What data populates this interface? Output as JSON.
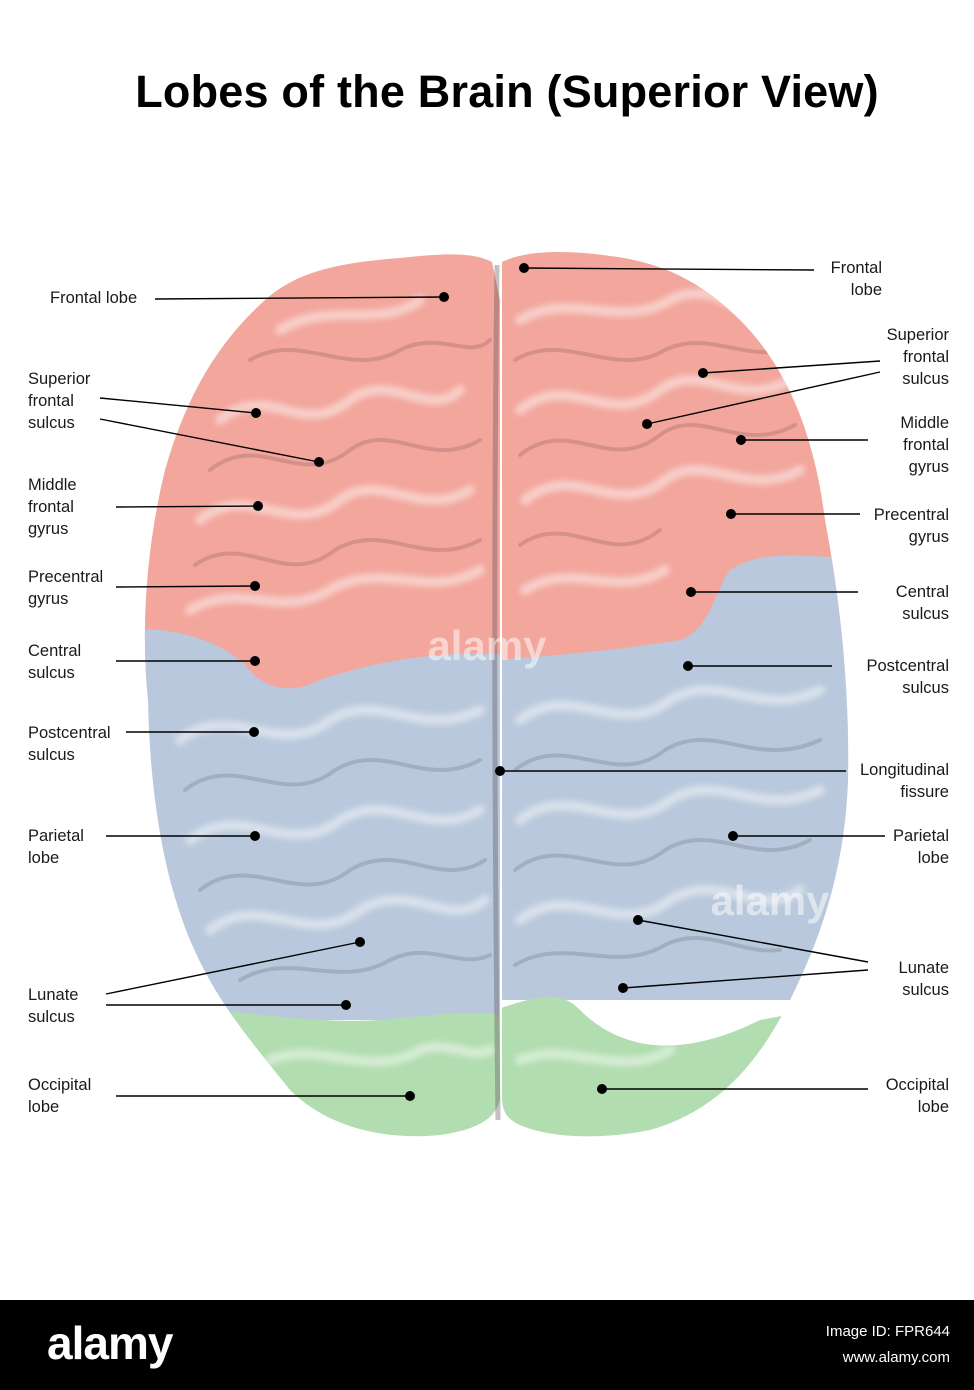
{
  "title": "Lobes of the Brain (Superior View)",
  "colors": {
    "frontal": "#f2a69c",
    "parietal": "#b9c8dc",
    "occipital": "#b2ddb0",
    "leader": "#000000"
  },
  "labels": {
    "left_frontal_lobe": "Frontal lobe",
    "left_superior_frontal_sulcus": "Superior\nfrontal\nsulcus",
    "left_middle_frontal_gyrus": "Middle\nfrontal\ngyrus",
    "left_precentral_gyrus": "Precentral\ngyrus",
    "left_central_sulcus": "Central\nsulcus",
    "left_postcentral_sulcus": "Postcentral\nsulcus",
    "left_parietal_lobe": "Parietal\nlobe",
    "left_lunate_sulcus": "Lunate\nsulcus",
    "left_occipital_lobe": "Occipital\nlobe",
    "right_frontal_lobe": "Frontal\nlobe",
    "right_superior_frontal_sulcus": "Superior\nfrontal\nsulcus",
    "right_middle_frontal_gyrus": "Middle\nfrontal\ngyrus",
    "right_precentral_gyrus": "Precentral\ngyrus",
    "right_central_sulcus": "Central\nsulcus",
    "right_postcentral_sulcus": "Postcentral\nsulcus",
    "right_longitudinal_fissure": "Longitudinal\nfissure",
    "right_parietal_lobe": "Parietal\nlobe",
    "right_lunate_sulcus": "Lunate\nsulcus",
    "right_occipital_lobe": "Occipital\nlobe"
  },
  "watermark": "alamy",
  "footer": {
    "logo": "alamy",
    "image_id": "Image ID: FPR644",
    "url": "www.alamy.com"
  }
}
